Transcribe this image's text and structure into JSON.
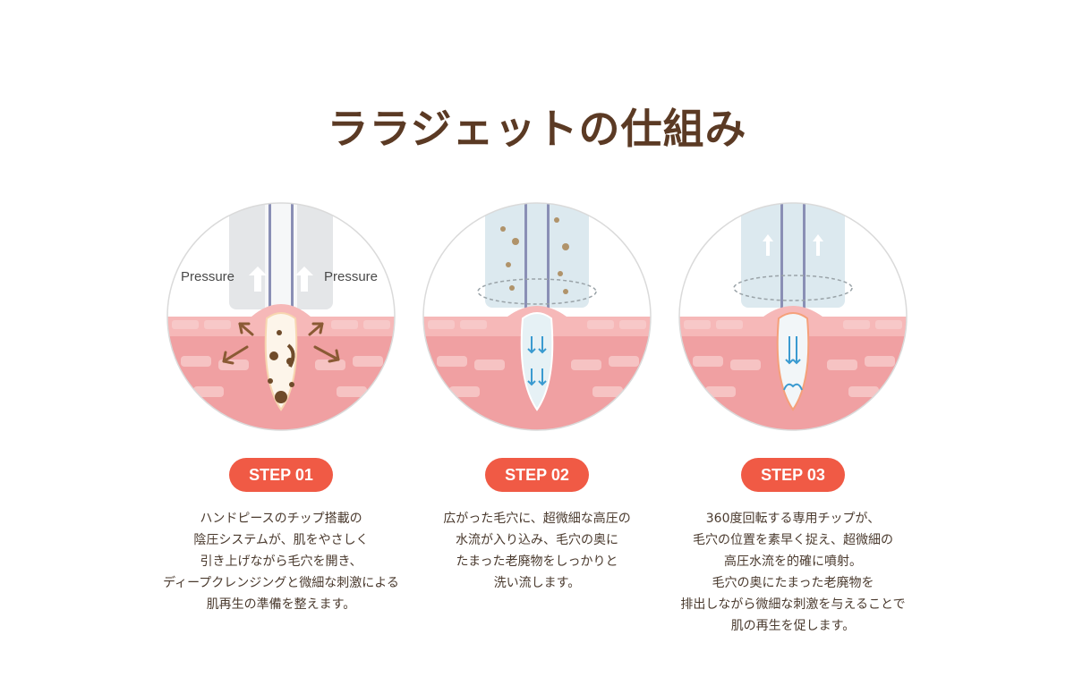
{
  "page": {
    "title": "ララジェットの仕組み"
  },
  "steps": [
    {
      "badge": "STEP 01",
      "illustration_labels": [
        "Pressure",
        "Pressure"
      ],
      "lines": [
        "ハンドピースのチップ搭載の",
        "陰圧システムが、肌をやさしく",
        "引き上げながら毛穴を開き、",
        "ディープクレンジングと微細な刺激による",
        "肌再生の準備を整えます。"
      ]
    },
    {
      "badge": "STEP 02",
      "lines": [
        "広がった毛穴に、超微細な高圧の",
        "水流が入り込み、毛穴の奥に",
        "たまった老廃物をしっかりと",
        "洗い流します。"
      ]
    },
    {
      "badge": "STEP 03",
      "lines": [
        "360度回転する専用チップが、",
        "毛穴の位置を素早く捉え、超微細の",
        "高圧水流を的確に噴射。",
        "毛穴の奥にたまった老廃物を",
        "排出しながら微細な刺激を与えることで",
        "肌の再生を促します。"
      ]
    }
  ],
  "colors": {
    "title": "#5b3a24",
    "badge": "#f05a45",
    "skin": "#f2a5a5",
    "text": "#4a3a2e"
  }
}
